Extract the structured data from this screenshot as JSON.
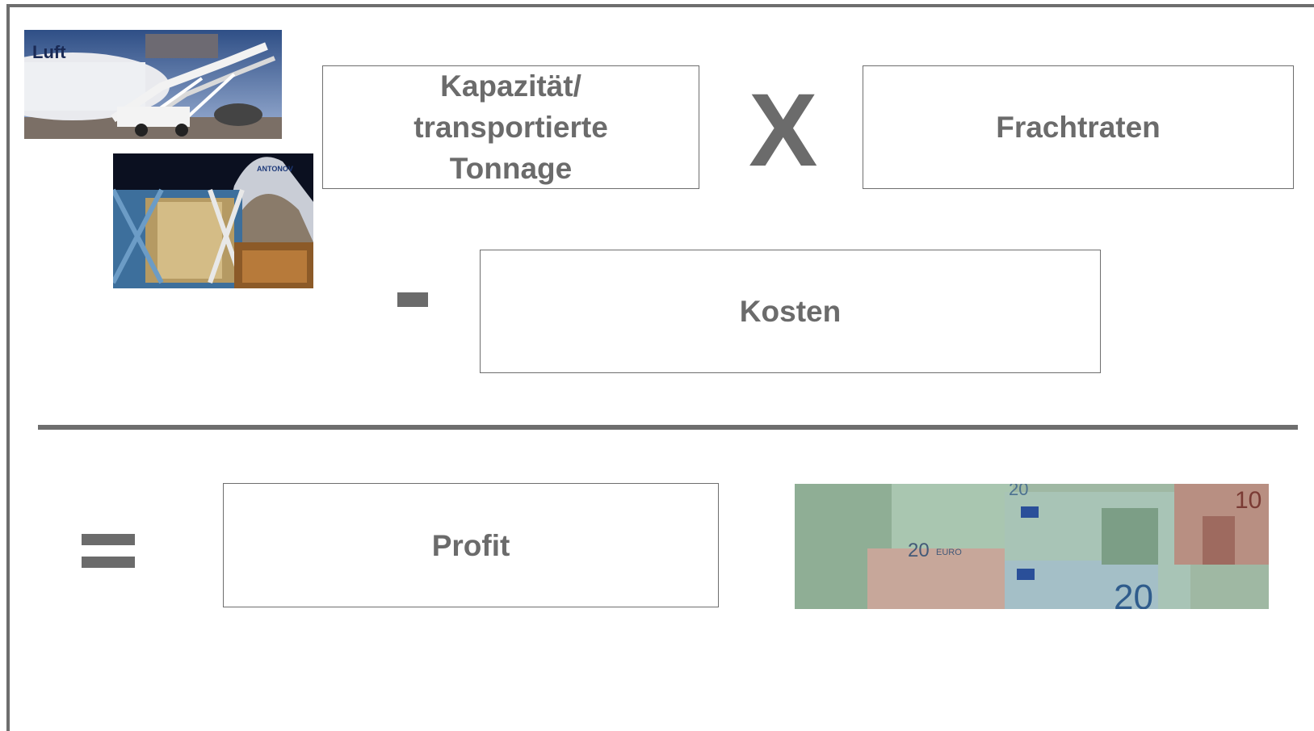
{
  "boxes": {
    "capacity": "Kapazität/\ntransportierte\nTonnage",
    "rates": "Frachtraten",
    "costs": "Kosten",
    "profit": "Profit"
  },
  "operators": {
    "multiply": "X"
  },
  "colors": {
    "border": "#6e6e6e",
    "text": "#6b6b6b"
  },
  "icons": [
    "cargo-loading-photo",
    "freight-hold-photo",
    "euro-banknotes-photo"
  ]
}
